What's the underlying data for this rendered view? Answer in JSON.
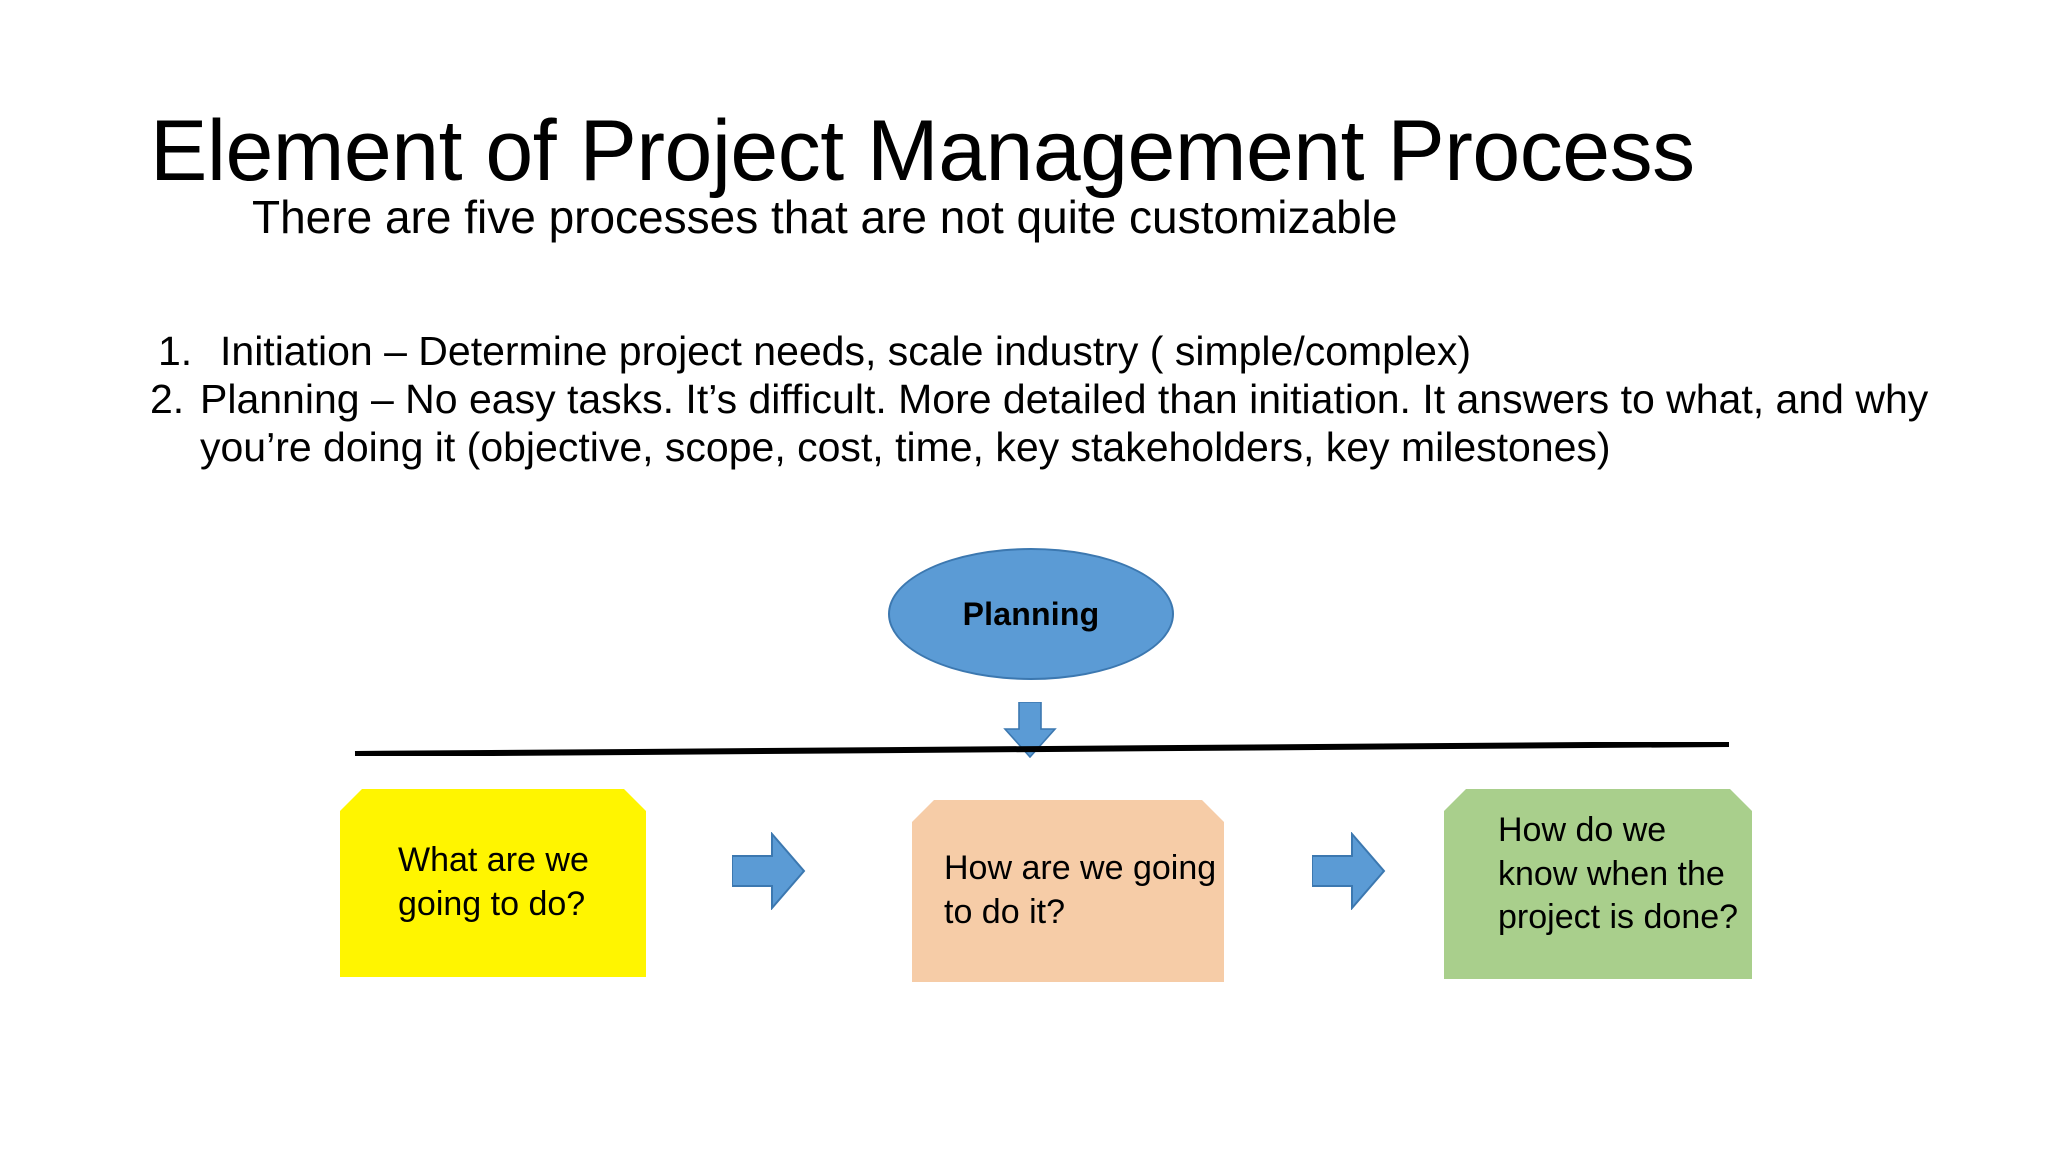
{
  "slide": {
    "title": "Element of Project Management Process",
    "subtitle": "There are five processes that are not quite customizable",
    "background_color": "#FFFFFF"
  },
  "list": {
    "items": [
      {
        "marker": "1.",
        "text": "Initiation – Determine project needs, scale industry ( simple/complex)"
      },
      {
        "marker": "2.",
        "text": "Planning – No easy tasks.  It’s difficult. More detailed than initiation.  It answers to what, and why you’re doing it (objective, scope, cost, time, key stakeholders, key milestones)"
      }
    ]
  },
  "diagram": {
    "ellipse": {
      "label": "Planning",
      "fill": "#5B9BD5",
      "stroke": "#3C78B0"
    },
    "down_arrow": {
      "fill": "#5B9BD5",
      "stroke": "#3C78B0"
    },
    "divider_line": {
      "color": "#000000"
    },
    "boxes": [
      {
        "id": "yellow",
        "text": "What are we going to do?",
        "fill": "#FFF500"
      },
      {
        "id": "peach",
        "text": "How are we going to do it?",
        "fill": "#F6CCA7"
      },
      {
        "id": "green",
        "text": "How do we know when the project is done?",
        "fill": "#A9CF8C"
      }
    ],
    "connectors": [
      {
        "id": "arrow-1",
        "fill": "#5B9BD5",
        "stroke": "#3C78B0"
      },
      {
        "id": "arrow-2",
        "fill": "#5B9BD5",
        "stroke": "#3C78B0"
      }
    ]
  }
}
